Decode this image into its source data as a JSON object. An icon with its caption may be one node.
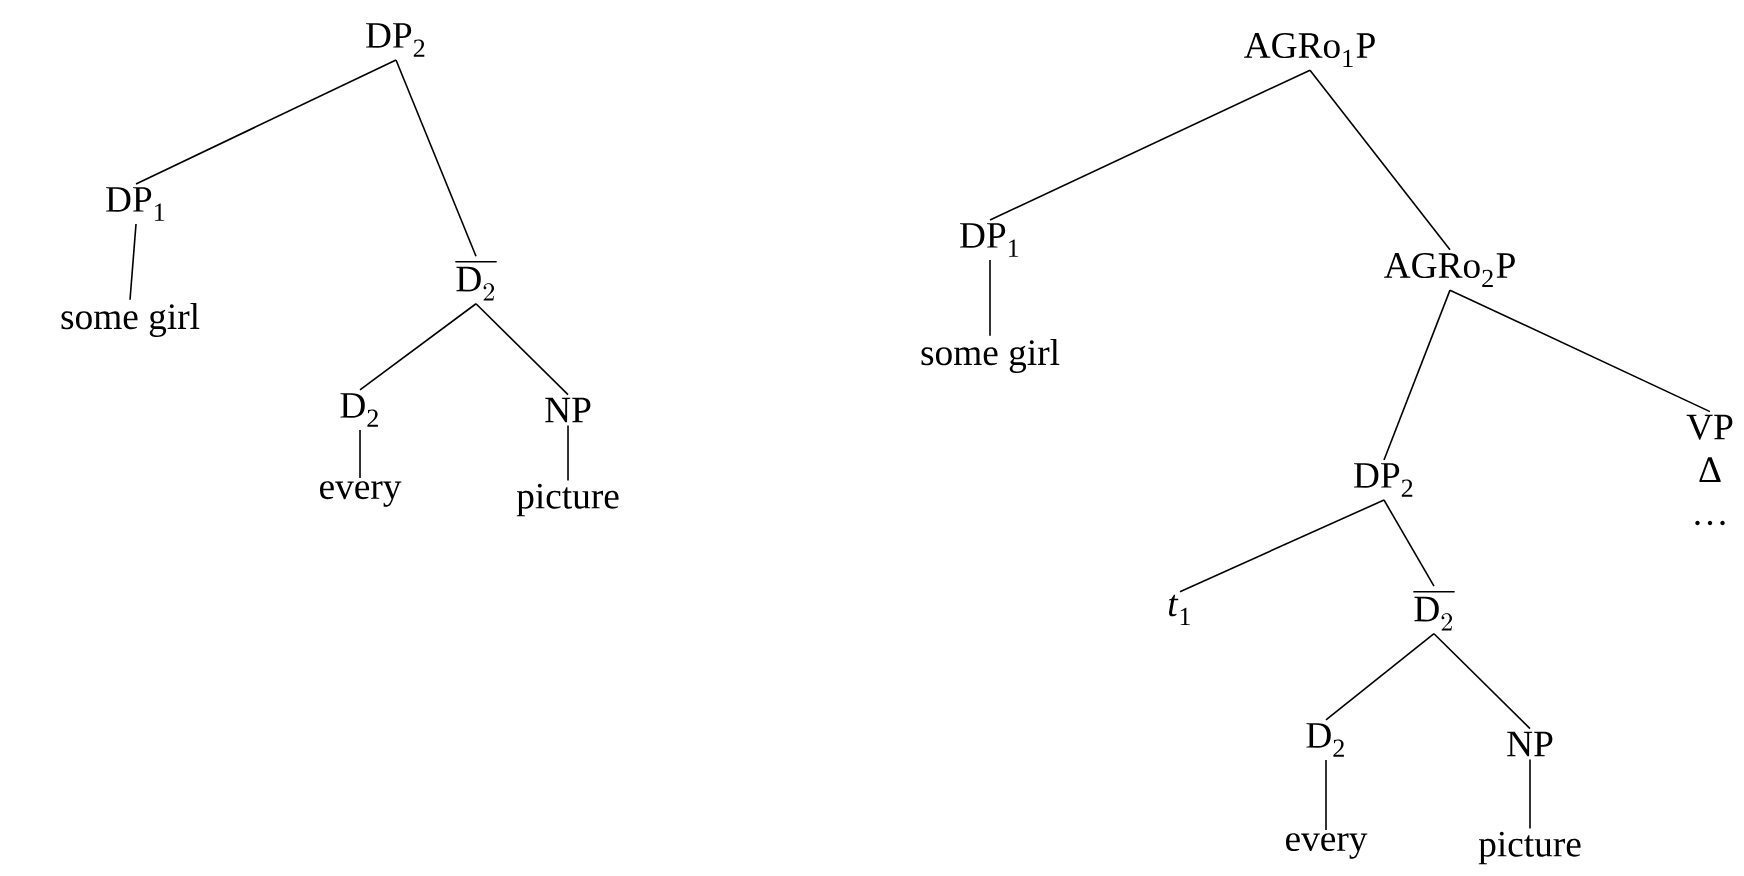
{
  "diagram": {
    "nodes": [
      {
        "text": [
          "DP$_{2}$"
        ]
      },
      {
        "text": [
          "DP$_{1}$"
        ]
      },
      {
        "text": [
          "some girl"
        ]
      },
      {
        "text": [
          "\\overline{\\mathrm{D}_{2}}"
        ]
      },
      {
        "text": [
          "D$_{2}$"
        ]
      },
      {
        "text": [
          "NP"
        ]
      },
      {
        "text": [
          "every"
        ]
      },
      {
        "text": [
          "picture"
        ]
      },
      {
        "text": [
          "AGRo$_{1}$P"
        ]
      },
      {
        "text": [
          "DP$_{1}$"
        ]
      },
      {
        "text": [
          "some girl"
        ]
      },
      {
        "text": [
          "AGRo$_{2}$P"
        ]
      },
      {
        "text": [
          "DP$_{2}$"
        ]
      },
      {
        "text": [
          "VP",
          "Δ",
          "…"
        ]
      },
      {
        "text": [
          "*t*$_{1}$"
        ]
      },
      {
        "text": [
          "\\overline{\\mathrm{D}_{2}}"
        ]
      },
      {
        "text": [
          "D$_{2}$"
        ]
      },
      {
        "text": [
          "NP"
        ]
      },
      {
        "text": [
          "every"
        ]
      },
      {
        "text": [
          "picture"
        ]
      }
    ],
    "edges": [
      {
        "from": 0,
        "to": 1,
        "arrow": "none"
      },
      {
        "from": 0,
        "to": 3,
        "arrow": "none"
      },
      {
        "from": 1,
        "to": 2,
        "arrow": "none"
      },
      {
        "from": 3,
        "to": 4,
        "arrow": "none"
      },
      {
        "from": 3,
        "to": 5,
        "arrow": "none"
      },
      {
        "from": 4,
        "to": 6,
        "arrow": "none"
      },
      {
        "from": 5,
        "to": 7,
        "arrow": "none"
      },
      {
        "from": 8,
        "to": 9,
        "arrow": "none"
      },
      {
        "from": 8,
        "to": 11,
        "arrow": "none"
      },
      {
        "from": 9,
        "to": 10,
        "arrow": "none"
      },
      {
        "from": 11,
        "to": 12,
        "arrow": "none"
      },
      {
        "from": 11,
        "to": 13,
        "arrow": "none"
      },
      {
        "from": 12,
        "to": 14,
        "arrow": "none"
      },
      {
        "from": 12,
        "to": 15,
        "arrow": "none"
      },
      {
        "from": 15,
        "to": 16,
        "arrow": "none"
      },
      {
        "from": 15,
        "to": 17,
        "arrow": "none"
      },
      {
        "from": 16,
        "to": 18,
        "arrow": "none"
      },
      {
        "from": 17,
        "to": 19,
        "arrow": "none"
      }
    ]
  }
}
